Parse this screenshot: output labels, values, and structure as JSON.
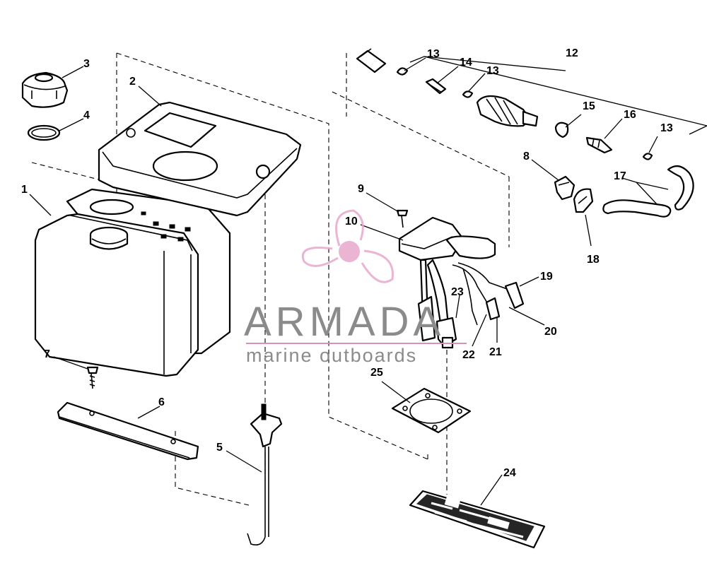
{
  "callouts": [
    {
      "id": "1",
      "label": "1"
    },
    {
      "id": "2",
      "label": "2"
    },
    {
      "id": "3",
      "label": "3"
    },
    {
      "id": "4",
      "label": "4"
    },
    {
      "id": "5",
      "label": "5"
    },
    {
      "id": "6",
      "label": "6"
    },
    {
      "id": "7",
      "label": "7"
    },
    {
      "id": "8",
      "label": "8"
    },
    {
      "id": "9",
      "label": "9"
    },
    {
      "id": "10",
      "label": "10"
    },
    {
      "id": "12",
      "label": "12"
    },
    {
      "id": "13a",
      "label": "13"
    },
    {
      "id": "13b",
      "label": "13"
    },
    {
      "id": "13c",
      "label": "13"
    },
    {
      "id": "14",
      "label": "14"
    },
    {
      "id": "15",
      "label": "15"
    },
    {
      "id": "16",
      "label": "16"
    },
    {
      "id": "17",
      "label": "17"
    },
    {
      "id": "18",
      "label": "18"
    },
    {
      "id": "19",
      "label": "19"
    },
    {
      "id": "20",
      "label": "20"
    },
    {
      "id": "21",
      "label": "21"
    },
    {
      "id": "22",
      "label": "22"
    },
    {
      "id": "23",
      "label": "23"
    },
    {
      "id": "24",
      "label": "24"
    },
    {
      "id": "25",
      "label": "25"
    }
  ],
  "watermark": {
    "name": "ARMADA",
    "tagline": "marine outboards",
    "accent_color": "#e8a8cc",
    "text_color": "#8b8b8b",
    "line_color": "#d98fbd"
  }
}
